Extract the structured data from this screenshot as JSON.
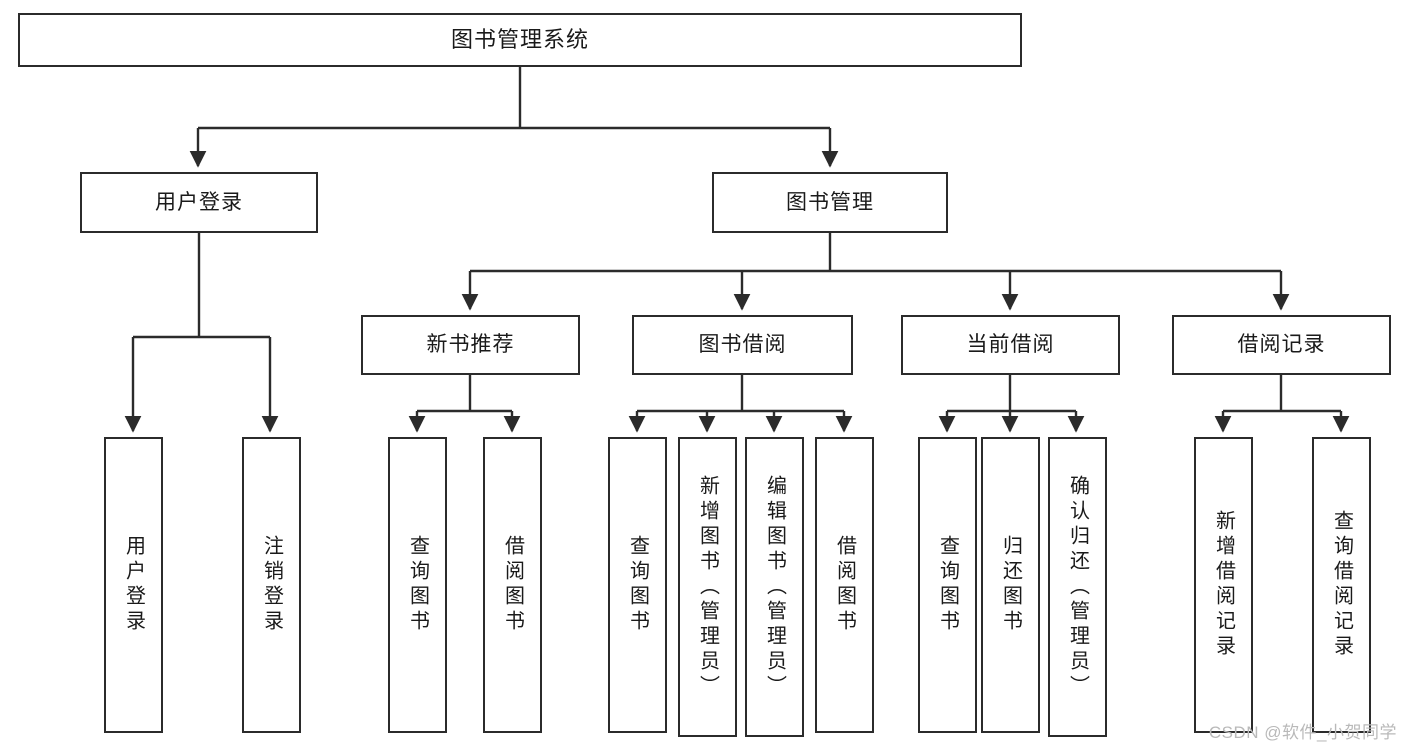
{
  "diagram": {
    "title": "图书管理系统",
    "type": "功能结构图",
    "root": {
      "label": "图书管理系统"
    },
    "level2": [
      {
        "label": "用户登录"
      },
      {
        "label": "图书管理"
      }
    ],
    "level3": [
      {
        "label": "新书推荐"
      },
      {
        "label": "图书借阅"
      },
      {
        "label": "当前借阅"
      },
      {
        "label": "借阅记录"
      }
    ],
    "leaves": [
      {
        "label": "用户登录",
        "parent": "用户登录"
      },
      {
        "label": "注销登录",
        "parent": "用户登录"
      },
      {
        "label": "查询图书",
        "parent": "新书推荐"
      },
      {
        "label": "借阅图书",
        "parent": "新书推荐"
      },
      {
        "label": "查询图书",
        "parent": "图书借阅"
      },
      {
        "label": "新增图书（管理员）",
        "parent": "图书借阅"
      },
      {
        "label": "编辑图书（管理员）",
        "parent": "图书借阅"
      },
      {
        "label": "借阅图书",
        "parent": "图书借阅"
      },
      {
        "label": "查询图书",
        "parent": "当前借阅"
      },
      {
        "label": "归还图书",
        "parent": "当前借阅"
      },
      {
        "label": "确认归还（管理员）",
        "parent": "当前借阅"
      },
      {
        "label": "新增借阅记录",
        "parent": "借阅记录"
      },
      {
        "label": "查询借阅记录",
        "parent": "借阅记录"
      }
    ]
  },
  "watermark": {
    "text": "CSDN @软件_小贺同学"
  },
  "colors": {
    "stroke": "#2b2b2b",
    "background": "#ffffff",
    "text": "#1a1a1a",
    "watermark": "#b9b9b9"
  }
}
